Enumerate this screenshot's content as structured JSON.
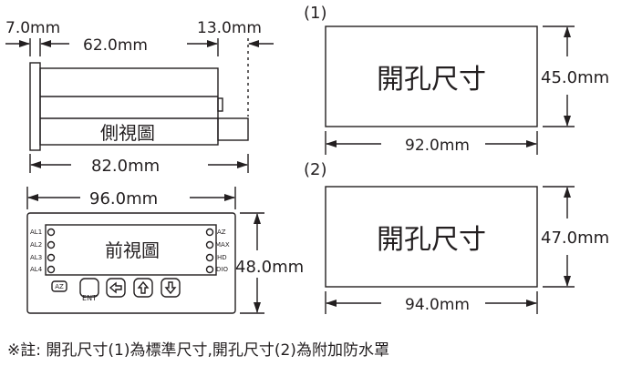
{
  "side_view": {
    "dims": {
      "front": "7.0mm",
      "body": "62.0mm",
      "rear": "13.0mm",
      "total": "82.0mm"
    },
    "label": "側視圖"
  },
  "front_view": {
    "dims": {
      "width": "96.0mm",
      "height": "48.0mm"
    },
    "label": "前視圖",
    "left_indicators": [
      "AL1",
      "AL2",
      "AL3",
      "AL4"
    ],
    "right_indicators": [
      "AZ",
      "MAX",
      "HD",
      "DIO"
    ],
    "buttons": {
      "az": "AZ",
      "ent": "ENT"
    }
  },
  "cutouts": [
    {
      "marker": "(1)",
      "label": "開孔尺寸",
      "width": "92.0mm",
      "height": "45.0mm"
    },
    {
      "marker": "(2)",
      "label": "開孔尺寸",
      "width": "94.0mm",
      "height": "47.0mm"
    }
  ],
  "note": "※註: 開孔尺寸(1)為標準尺寸,開孔尺寸(2)為附加防水罩"
}
